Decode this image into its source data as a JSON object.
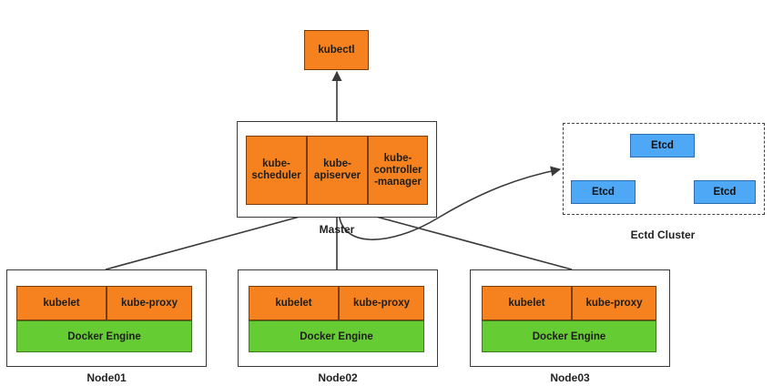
{
  "kubectl": {
    "label": "kubectl"
  },
  "master": {
    "label": "Master",
    "components": {
      "scheduler": "kube-\nscheduler",
      "apiserver": "kube-\napiserver",
      "controller_manager": "kube-\ncontroller\n-manager"
    }
  },
  "etcd_cluster": {
    "label": "Ectd Cluster",
    "nodes": [
      "Etcd",
      "Etcd",
      "Etcd"
    ]
  },
  "nodes": [
    {
      "label": "Node01",
      "kubelet": "kubelet",
      "kube_proxy": "kube-proxy",
      "engine": "Docker Engine"
    },
    {
      "label": "Node02",
      "kubelet": "kubelet",
      "kube_proxy": "kube-proxy",
      "engine": "Docker Engine"
    },
    {
      "label": "Node03",
      "kubelet": "kubelet",
      "kube_proxy": "kube-proxy",
      "engine": "Docker Engine"
    }
  ],
  "colors": {
    "component": "#f5821f",
    "engine": "#66cc33",
    "etcd": "#4fa8f5",
    "line": "#3a3a3a"
  }
}
